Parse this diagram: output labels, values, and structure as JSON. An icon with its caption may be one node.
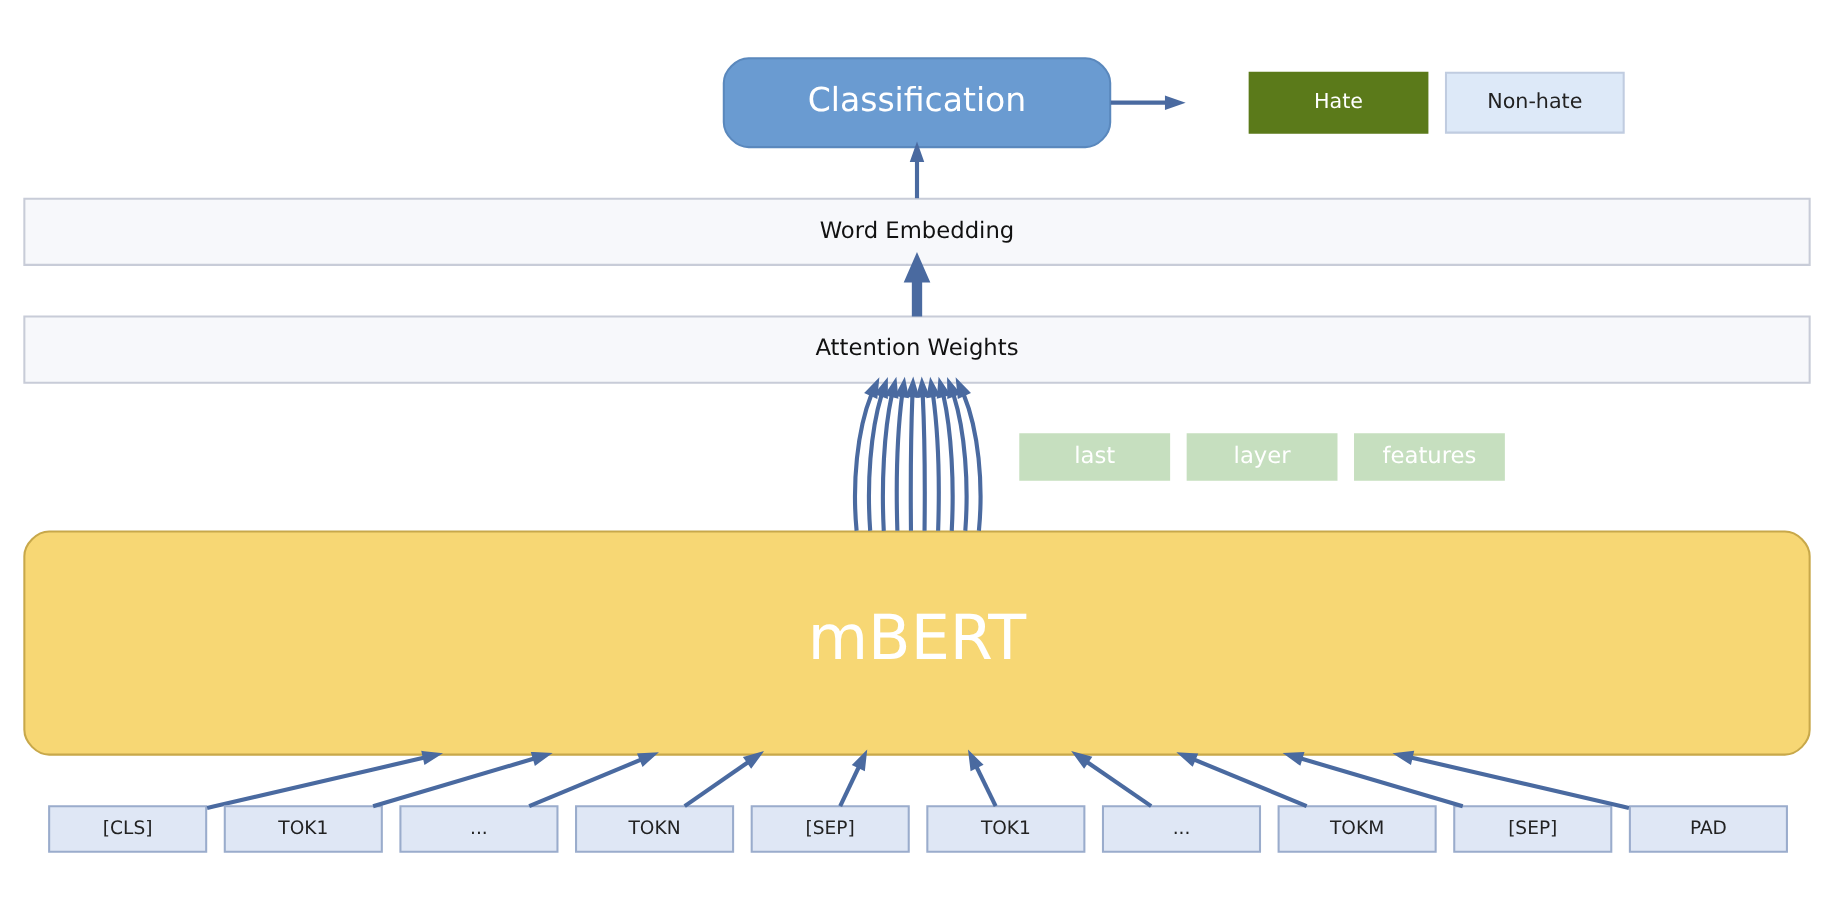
{
  "diagram": {
    "nodes": [
      {
        "text": [
          "Classification"
        ]
      },
      {
        "text": [
          "Hate"
        ]
      },
      {
        "text": [
          "Non-hate"
        ]
      },
      {
        "text": [
          "Word Embedding"
        ]
      },
      {
        "text": [
          "Attention Weights"
        ]
      },
      {
        "text": [
          "last"
        ]
      },
      {
        "text": [
          "layer"
        ]
      },
      {
        "text": [
          "features"
        ]
      },
      {
        "text": [
          "mBERT"
        ]
      },
      {
        "text": [
          "[CLS]"
        ]
      },
      {
        "text": [
          "TOK1"
        ]
      },
      {
        "text": [
          "..."
        ]
      },
      {
        "text": [
          "TOKN"
        ]
      },
      {
        "text": [
          "[SEP]"
        ]
      },
      {
        "text": [
          "TOK1"
        ]
      },
      {
        "text": [
          "..."
        ]
      },
      {
        "text": [
          "TOKM"
        ]
      },
      {
        "text": [
          "[SEP]"
        ]
      },
      {
        "text": [
          "PAD"
        ]
      }
    ],
    "edges": [
      {
        "from": 9,
        "to": 8,
        "arrow": "to"
      },
      {
        "from": 10,
        "to": 8,
        "arrow": "to"
      },
      {
        "from": 11,
        "to": 8,
        "arrow": "to"
      },
      {
        "from": 12,
        "to": 8,
        "arrow": "to"
      },
      {
        "from": 13,
        "to": 8,
        "arrow": "to"
      },
      {
        "from": 14,
        "to": 8,
        "arrow": "to"
      },
      {
        "from": 15,
        "to": 8,
        "arrow": "to"
      },
      {
        "from": 16,
        "to": 8,
        "arrow": "to"
      },
      {
        "from": 17,
        "to": 8,
        "arrow": "to"
      },
      {
        "from": 18,
        "to": 8,
        "arrow": "to"
      },
      {
        "from": 8,
        "to": 4,
        "arrow": "to"
      },
      {
        "from": 8,
        "to": 4,
        "arrow": "to"
      },
      {
        "from": 8,
        "to": 4,
        "arrow": "to"
      },
      {
        "from": 8,
        "to": 4,
        "arrow": "to"
      },
      {
        "from": 8,
        "to": 4,
        "arrow": "to"
      },
      {
        "from": 8,
        "to": 4,
        "arrow": "to"
      },
      {
        "from": 8,
        "to": 4,
        "arrow": "to"
      },
      {
        "from": 8,
        "to": 4,
        "arrow": "to"
      },
      {
        "from": 8,
        "to": 4,
        "arrow": "to"
      },
      {
        "from": 8,
        "to": 4,
        "arrow": "to"
      },
      {
        "from": 4,
        "to": 3,
        "arrow": "to",
        "style": "thick"
      },
      {
        "from": 3,
        "to": 0,
        "arrow": "to"
      },
      {
        "from": 0,
        "to": null,
        "arrow": "to"
      }
    ]
  }
}
